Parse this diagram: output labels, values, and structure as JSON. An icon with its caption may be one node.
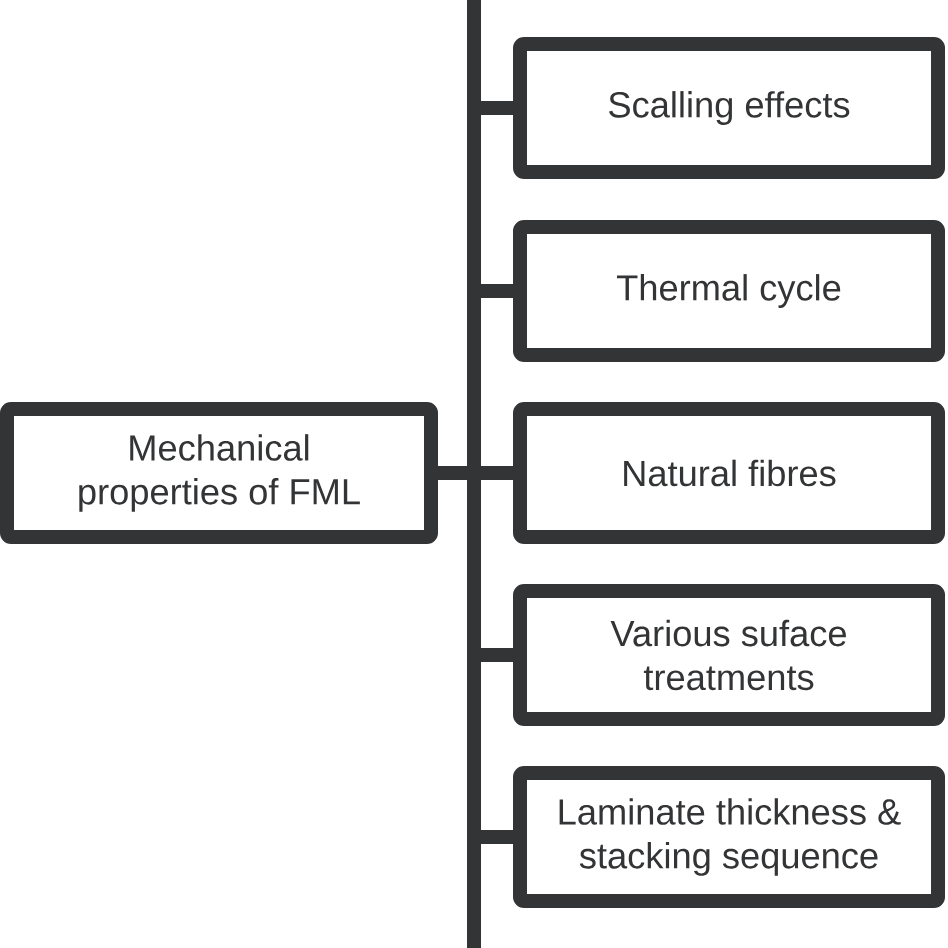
{
  "diagram": {
    "nodes": [
      {
        "text": [
          "Mechanical properties of FML"
        ]
      },
      {
        "text": [
          "Scalling effects"
        ]
      },
      {
        "text": [
          "Thermal cycle"
        ]
      },
      {
        "text": [
          "Natural fibres"
        ]
      },
      {
        "text": [
          "Various suface treatments"
        ]
      },
      {
        "text": [
          "Laminate thickness & stacking sequence"
        ]
      }
    ],
    "edges": [
      {
        "from": 0,
        "to": 1,
        "arrow": "none"
      },
      {
        "from": 0,
        "to": 2,
        "arrow": "none"
      },
      {
        "from": 0,
        "to": 3,
        "arrow": "none"
      },
      {
        "from": 0,
        "to": 4,
        "arrow": "none"
      },
      {
        "from": 0,
        "to": 5,
        "arrow": "none"
      }
    ]
  }
}
